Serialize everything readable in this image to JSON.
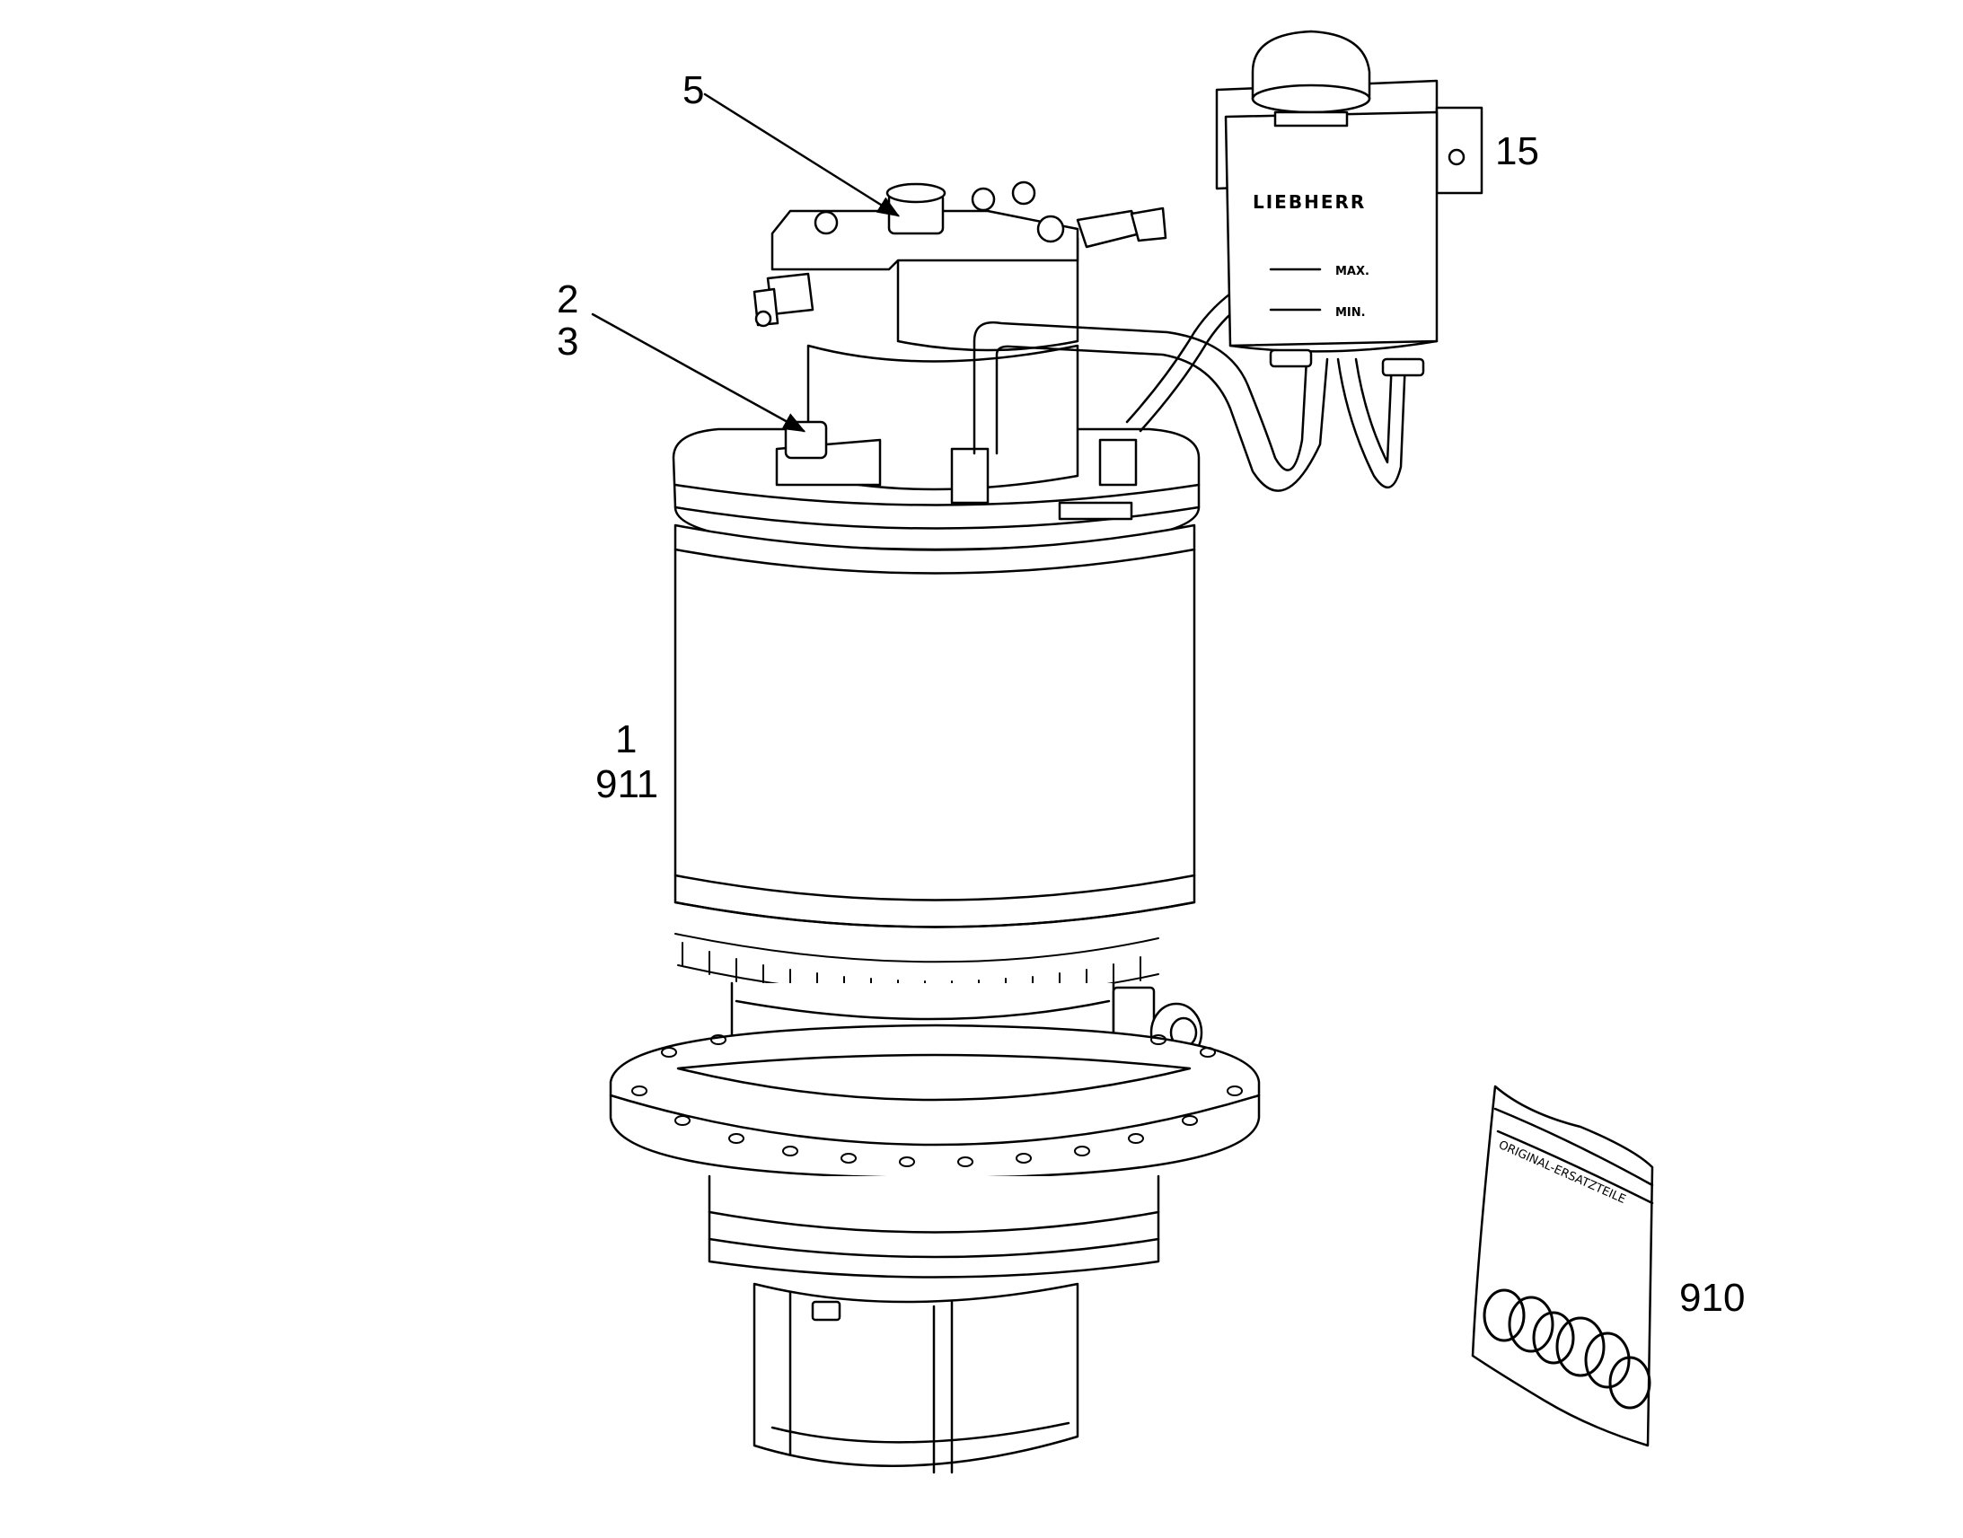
{
  "callouts": {
    "c5": "5",
    "c2": "2",
    "c3": "3",
    "c15": "15",
    "c1": "1",
    "c911": "911",
    "c910": "910"
  },
  "reservoir": {
    "brand": "LIEBHERR",
    "max_label": "MAX.",
    "min_label": "MIN."
  },
  "seal_kit": {
    "bag_label": "ORIGINAL-ERSATZTEILE"
  },
  "colors": {
    "line": "#000000",
    "fill": "#ffffff"
  }
}
